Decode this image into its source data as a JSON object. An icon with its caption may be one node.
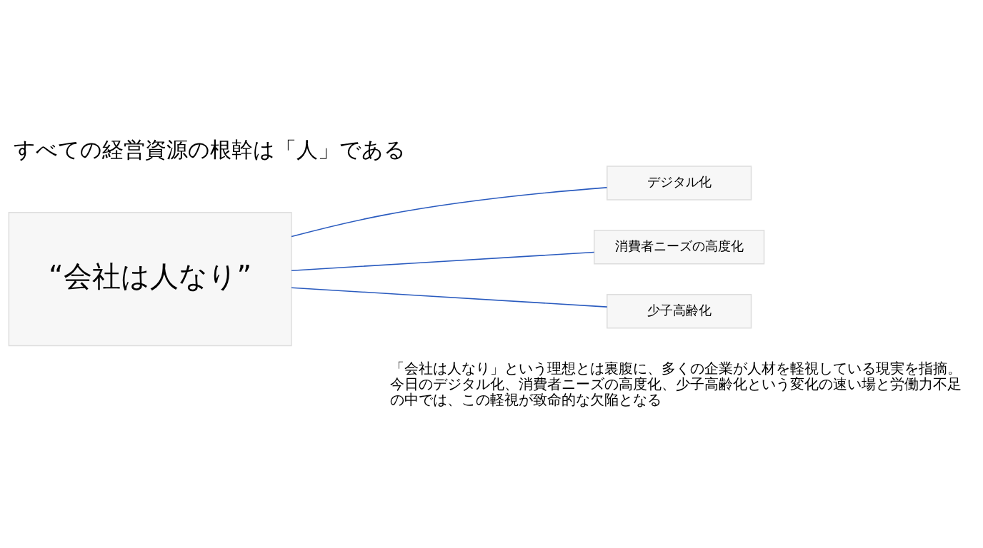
{
  "diagram": {
    "title": "すべての経営資源の根幹は「人」である",
    "caption": "「会社は人なり」という理想とは裏腹に、多くの企業が人材を軽視している現実を指摘。今日のデジタル化、消費者ニーズの高度化、少子高齢化という変化の速い場と労働力不足の中では、この軽視が致命的な欠陥となる",
    "nodes": [
      {
        "text": [
          "“会社は人なり”"
        ]
      },
      {
        "text": [
          "デジタル化"
        ]
      },
      {
        "text": [
          "消費者ニーズの高度化"
        ]
      },
      {
        "text": [
          "少子高齢化"
        ]
      }
    ],
    "edges": [
      {
        "from": 0,
        "to": 1,
        "arrow": "none"
      },
      {
        "from": 0,
        "to": 2,
        "arrow": "none"
      },
      {
        "from": 0,
        "to": 3,
        "arrow": "none"
      }
    ]
  }
}
